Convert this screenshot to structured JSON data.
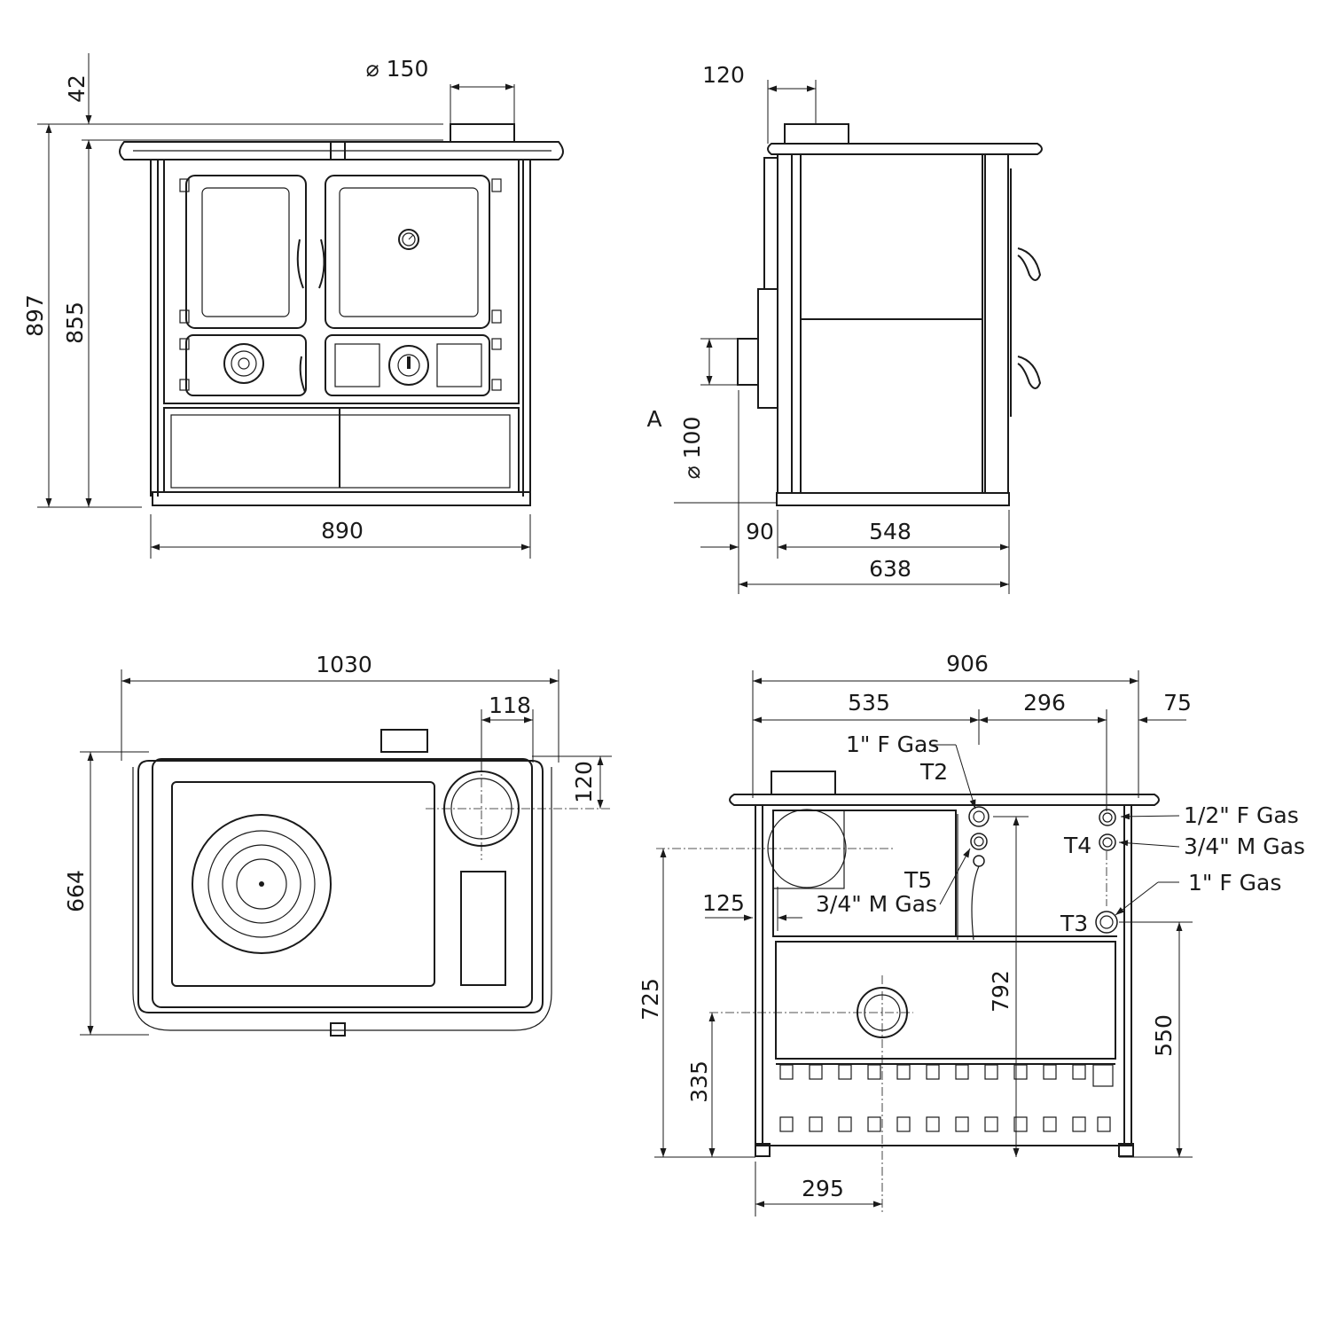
{
  "front_view": {
    "dim_top_overhang": "42",
    "dim_flue_diameter": "⌀ 150",
    "dim_total_height": "897",
    "dim_hob_height": "855",
    "dim_width": "890"
  },
  "side_view": {
    "dim_flue_offset": "120",
    "label_a": "A",
    "dim_inlet_diameter": "⌀ 100",
    "dim_rear_offset": "90",
    "dim_body_depth": "548",
    "dim_total_depth": "638"
  },
  "top_view": {
    "dim_total_width": "1030",
    "dim_flue_x": "118",
    "dim_flue_y": "120",
    "dim_depth": "664"
  },
  "rear_view": {
    "dim_total_width": "906",
    "dim_left_to_t2": "535",
    "dim_t2_to_t3": "296",
    "dim_t3_to_edge": "75",
    "dim_flue_axis": "125",
    "dim_flue_height": "725",
    "dim_t2_height": "792",
    "dim_t3_height": "550",
    "dim_inlet_height": "335",
    "dim_inlet_x": "295",
    "connections": [
      {
        "code": "T2",
        "spec": "1\" F Gas"
      },
      {
        "code": "T5",
        "spec": "3/4\" M Gas"
      },
      {
        "code": "T4",
        "spec_upper": "1/2\" F Gas",
        "spec_lower": "3/4\" M Gas"
      },
      {
        "code": "T3",
        "spec": "1\" F Gas"
      }
    ]
  },
  "colors": {
    "line": "#1a1a1a",
    "background": "#ffffff"
  },
  "icons": [
    "thermometer-gauge-icon",
    "air-damper-dial-icon",
    "thermostat-knob-icon",
    "arrowhead-icon"
  ]
}
